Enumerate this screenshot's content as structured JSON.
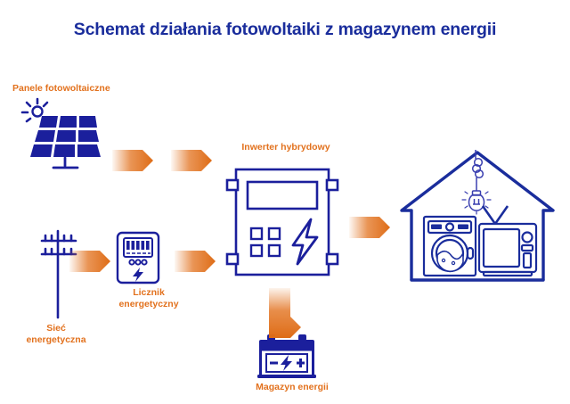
{
  "page": {
    "title": "Schemat działania fotowoltaiki z magazynem energii",
    "background_color": "#ffffff"
  },
  "colors": {
    "blue": "#1a2d9c",
    "blue_fill": "#1b1f9c",
    "orange": "#e2711d",
    "orange_dark": "#e0701c",
    "title_blue": "#1a2d9c"
  },
  "labels": {
    "panels": "Panele fotowoltaiczne",
    "inverter": "Inwerter hybrydowy",
    "meter": "Licznik\nenergetyczny",
    "grid": "Sieć\nenergetyczna",
    "battery": "Magazyn energii"
  },
  "icons": {
    "solar_panel": "solar-panel-icon",
    "sun": "sun-icon",
    "moon": "moon-icon",
    "utility_pole": "utility-pole-icon",
    "energy_meter": "energy-meter-icon",
    "inverter": "inverter-icon",
    "lightning": "lightning-bolt-icon",
    "battery": "battery-icon",
    "house": "house-icon",
    "light_bulb": "light-bulb-icon",
    "washing_machine": "washing-machine-icon",
    "television": "television-icon"
  },
  "flow_arrows": [
    {
      "name": "arrow-panels-to-inverter-1",
      "direction": "right"
    },
    {
      "name": "arrow-panels-to-inverter-2",
      "direction": "right"
    },
    {
      "name": "arrow-grid-to-meter",
      "direction": "right"
    },
    {
      "name": "arrow-meter-to-inverter",
      "direction": "right"
    },
    {
      "name": "arrow-inverter-to-house",
      "direction": "right"
    },
    {
      "name": "arrow-inverter-to-battery",
      "direction": "down"
    }
  ]
}
